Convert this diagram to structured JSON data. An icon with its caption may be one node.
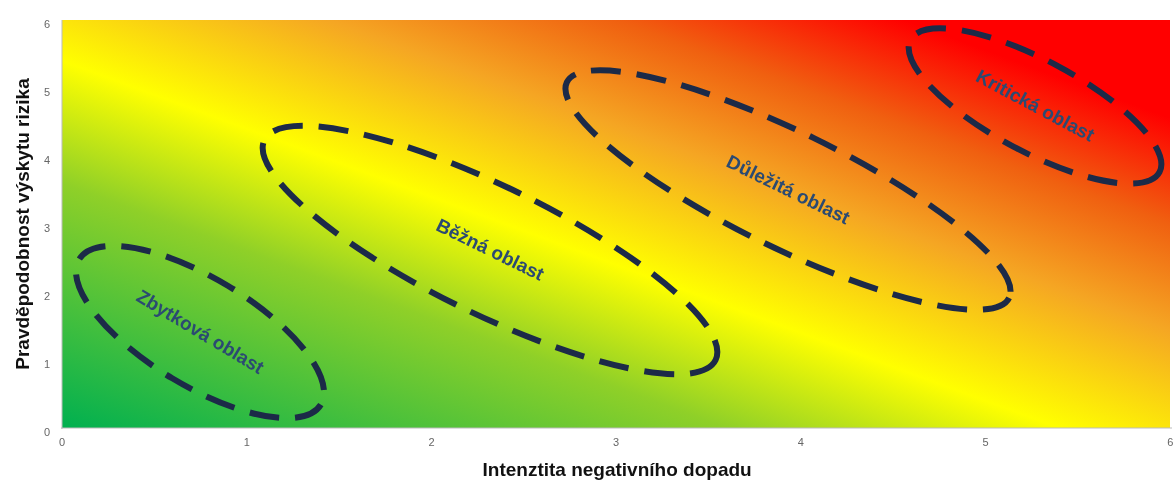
{
  "diagram": {
    "nodes": [
      {
        "text": [
          "Zbytková oblast"
        ]
      },
      {
        "text": [
          "Běžná oblast"
        ]
      },
      {
        "text": [
          "Důležitá oblast"
        ]
      },
      {
        "text": [
          "Kritická oblast"
        ]
      }
    ],
    "labels": [
      "Pravděpodobnost výskytu rizika",
      "6",
      "5",
      "4",
      "3",
      "2",
      "1",
      "0",
      "0",
      "1",
      "2",
      "3",
      "4",
      "5",
      "6",
      "Intenztita negativního dopadu"
    ]
  }
}
